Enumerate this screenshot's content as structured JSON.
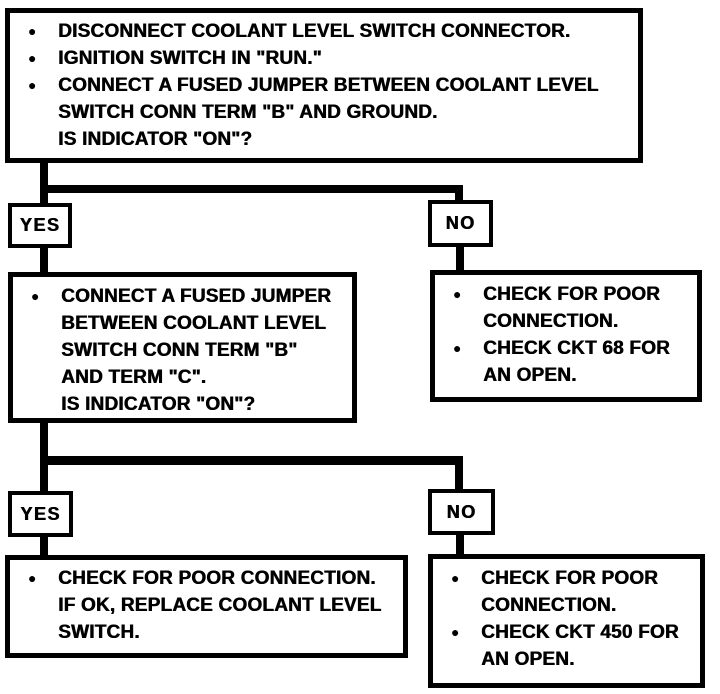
{
  "glyphs": {
    "bullet": "●"
  },
  "colors": {
    "ink": "#000000",
    "paper": "#ffffff"
  },
  "flowchart": {
    "top_box": {
      "bullets": [
        "DISCONNECT COOLANT LEVEL SWITCH CONNECTOR.",
        "IGNITION SWITCH IN \"RUN.\"",
        "CONNECT A FUSED JUMPER BETWEEN COOLANT LEVEL\nSWITCH CONN TERM \"B\" AND GROUND.\nIS INDICATOR \"ON\"?"
      ]
    },
    "branch1": {
      "yes_label": "YES",
      "no_label": "NO"
    },
    "yes1_box": {
      "bullets": [
        "CONNECT A FUSED JUMPER\nBETWEEN COOLANT LEVEL\nSWITCH CONN TERM \"B\"\nAND TERM \"C\".\nIS INDICATOR \"ON\"?"
      ]
    },
    "no1_box": {
      "bullets": [
        "CHECK FOR POOR\nCONNECTION.",
        "CHECK CKT 68 FOR\nAN OPEN."
      ]
    },
    "branch2": {
      "yes_label": "YES",
      "no_label": "NO"
    },
    "yes2_box": {
      "bullets": [
        "CHECK FOR POOR CONNECTION.\nIF OK, REPLACE COOLANT LEVEL\nSWITCH."
      ]
    },
    "no2_box": {
      "bullets": [
        "CHECK FOR POOR\nCONNECTION.",
        "CHECK CKT 450 FOR\nAN OPEN."
      ]
    }
  }
}
